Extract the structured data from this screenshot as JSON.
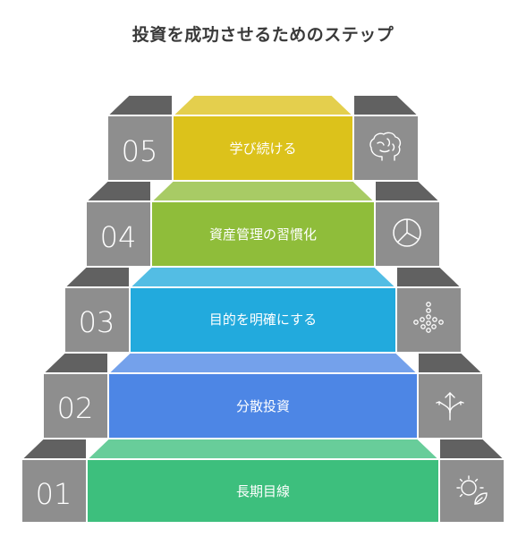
{
  "title": "投資を成功させるためのステップ",
  "colors": {
    "side": "#8e8e8e",
    "top": "#616161",
    "border": "#ffffff"
  },
  "steps": [
    {
      "number": "01",
      "label": "長期目線",
      "color": "#3dbf7d",
      "icon": "sun-leaf-icon"
    },
    {
      "number": "02",
      "label": "分散投資",
      "color": "#4d86e5",
      "icon": "branching-arrows-icon"
    },
    {
      "number": "03",
      "label": "目的を明確にする",
      "color": "#22aadd",
      "icon": "dots-funnel-icon"
    },
    {
      "number": "04",
      "label": "資産管理の習慣化",
      "color": "#8fbd3a",
      "icon": "pie-chart-icon"
    },
    {
      "number": "05",
      "label": "学び続ける",
      "color": "#dcc21b",
      "icon": "brain-icon"
    }
  ]
}
